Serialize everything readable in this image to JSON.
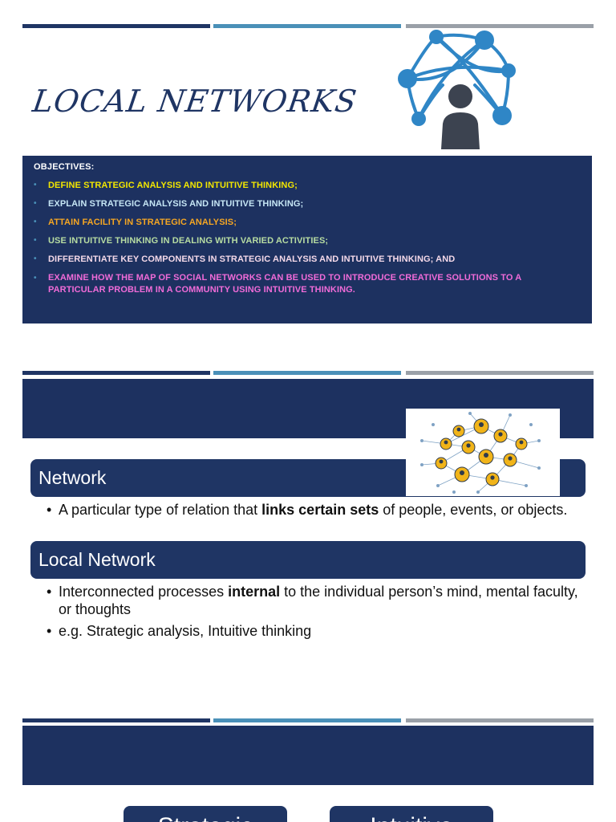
{
  "slide1": {
    "title": "LOCAL NETWORKS",
    "objectives_heading": "OBJECTIVES:",
    "objectives": [
      {
        "text": "DEFINE STRATEGIC ANALYSIS AND INTUITIVE THINKING;",
        "color": "#f2e600"
      },
      {
        "text": "EXPLAIN STRATEGIC ANALYSIS AND INTUITIVE THINKING;",
        "color": "#c6e6f5"
      },
      {
        "text": "ATTAIN FACILITY IN STRATEGIC ANALYSIS;",
        "color": "#f5a623"
      },
      {
        "text": "USE INTUITIVE THINKING IN DEALING WITH VARIED ACTIVITIES;",
        "color": "#b7dca2"
      },
      {
        "text": "DIFFERENTIATE KEY COMPONENTS IN STRATEGIC ANALYSIS AND INTUITIVE THINKING; AND",
        "color": "#f4d9e9"
      },
      {
        "text": "EXAMINE HOW THE MAP OF SOCIAL NETWORKS CAN BE USED TO INTRODUCE CREATIVE SOLUTIONS TO A PARTICULAR PROBLEM IN A COMMUNITY USING INTUITIVE THINKING.",
        "color": "#f06bd8"
      }
    ]
  },
  "slide2": {
    "network_heading": "Network",
    "network_bullet_pre": "A particular type of relation that ",
    "network_bullet_bold": "links certain sets",
    "network_bullet_post": " of people, events, or objects.",
    "local_heading": "Local Network",
    "local_bullet_pre": "Interconnected processes ",
    "local_bullet_bold": "internal",
    "local_bullet_post": " to the individual person’s mind, mental faculty, or thoughts",
    "example_bullet": "e.g. Strategic analysis, Intuitive thinking"
  },
  "slide3": {
    "button_left": "Strategic",
    "button_right": "Intuitive"
  },
  "colors": {
    "navy": "#1f3564",
    "accent_blue": "#4a90b8",
    "gray": "#9aa0a8"
  },
  "icons": [
    "social-network-person-icon",
    "people-network-graph-image"
  ]
}
